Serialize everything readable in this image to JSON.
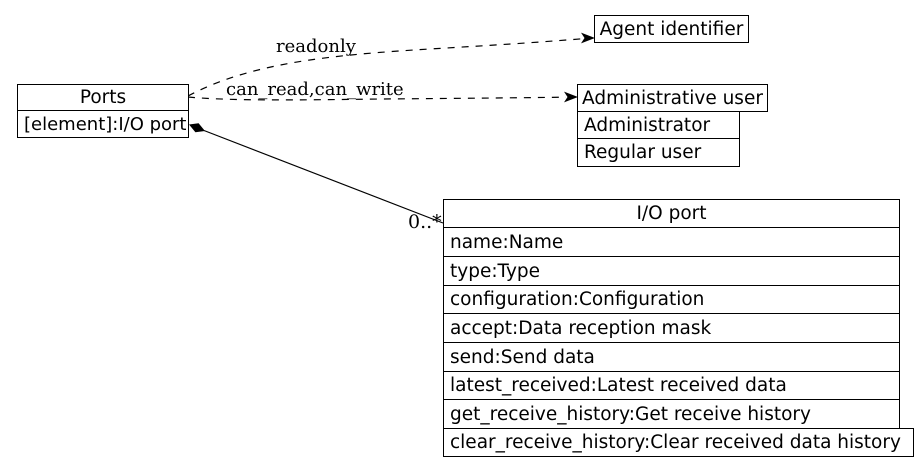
{
  "ports": {
    "title": "Ports",
    "attribute": "[element]:I/O port"
  },
  "agent": {
    "title": "Agent identifier"
  },
  "admin": {
    "title": "Administrative user",
    "rows": [
      "Administrator",
      "Regular user"
    ]
  },
  "ioport": {
    "title": "I/O port",
    "rows": [
      "name:Name",
      "type:Type",
      "configuration:Configuration",
      "accept:Data reception mask",
      "send:Send data",
      "latest_received:Latest received data",
      "get_receive_history:Get receive history",
      "clear_receive_history:Clear received data history"
    ]
  },
  "edges": {
    "readonly_label": "readonly",
    "can_read_write_label": "can_read,can_write",
    "multiplicity": "0..*"
  },
  "colors": {
    "line": "#000000",
    "background": "#ffffff"
  }
}
